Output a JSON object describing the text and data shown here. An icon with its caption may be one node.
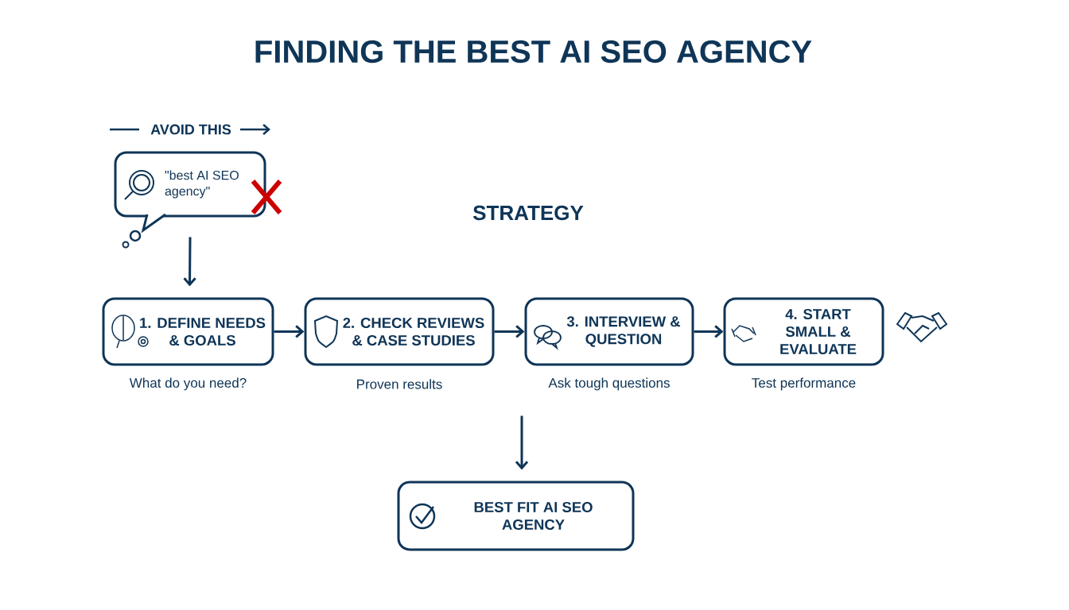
{
  "diagram": {
    "title": "FINDING THE BEST AI SEO AGENCY",
    "nodes": [
      {
        "text": [
          "\"best AI SEO agency\""
        ]
      },
      {
        "text": [
          "1. DEFINE NEEDS & GOALS"
        ],
        "beside": [
          "What do you need?"
        ]
      },
      {
        "text": [
          "2. CHECK REVIEWS & CASE STUDIES"
        ],
        "beside": [
          "Proven results"
        ]
      },
      {
        "text": [
          "3. INTERVIEW & QUESTION"
        ],
        "beside": [
          "Ask tough questions"
        ]
      },
      {
        "text": [
          "4. START SMALL & EVALUATE"
        ],
        "beside": [
          "Test performance"
        ]
      },
      {
        "text": [
          "BEST FIT AI SEO AGENCY"
        ]
      }
    ],
    "edges": [
      {
        "from": 0,
        "to": 1,
        "arrow": "to"
      },
      {
        "from": 1,
        "to": 2,
        "arrow": "to"
      },
      {
        "from": 2,
        "to": 3,
        "arrow": "to"
      },
      {
        "from": 3,
        "to": 4,
        "arrow": "to"
      },
      {
        "from": null,
        "to": 5,
        "arrow": "to"
      }
    ],
    "labels": [
      "AVOID THIS",
      "STRATEGY"
    ]
  }
}
